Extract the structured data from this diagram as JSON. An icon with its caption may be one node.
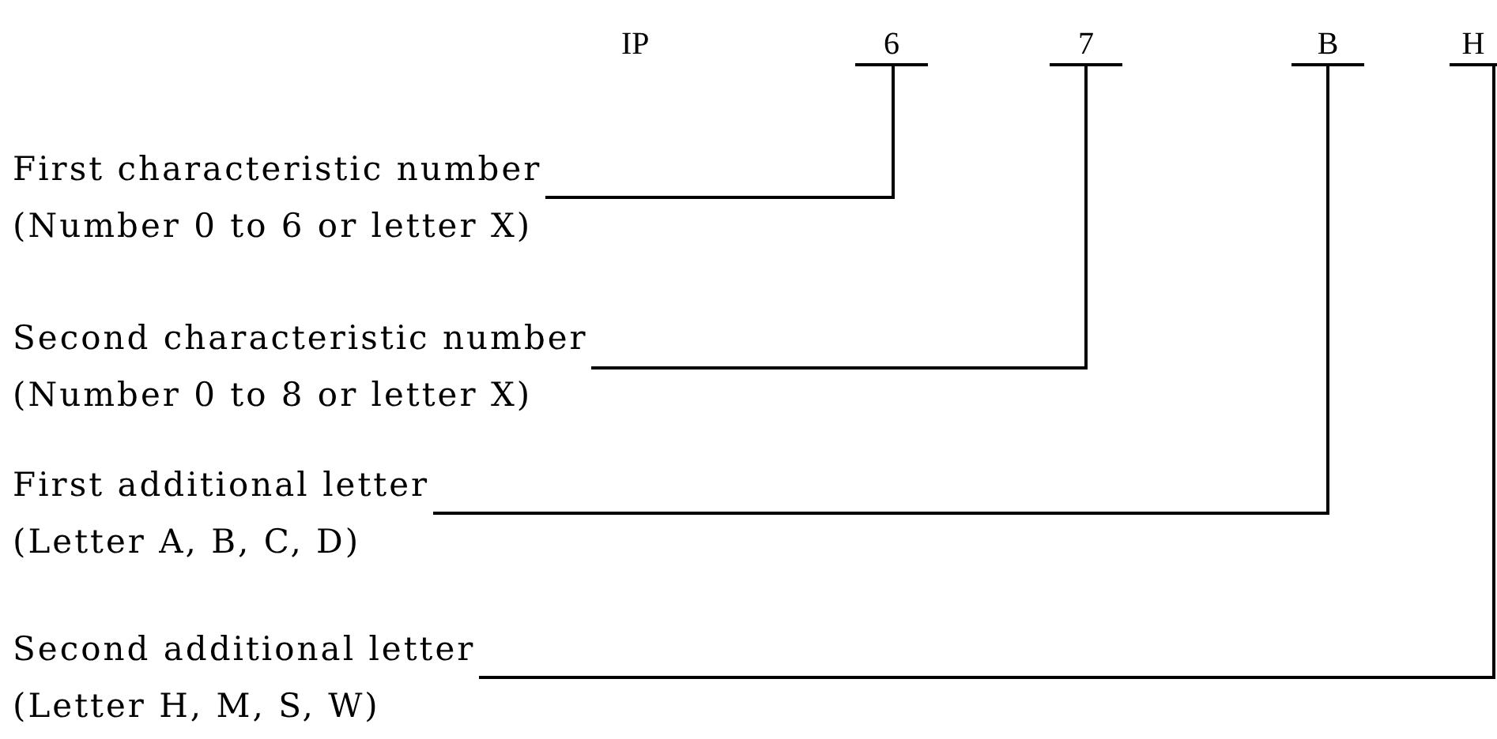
{
  "diagram": {
    "nodes": [
      {
        "text": [
          "6"
        ]
      },
      {
        "text": [
          "7"
        ]
      },
      {
        "text": [
          "B"
        ]
      },
      {
        "text": [
          "H"
        ]
      },
      {
        "text": [
          "First characteristic number",
          "(Number 0 to 6 or letter X)"
        ]
      },
      {
        "text": [
          "Second characteristic number",
          "(Number 0 to 8 or letter X)"
        ]
      },
      {
        "text": [
          "First additional letter",
          "(Letter A, B, C, D)"
        ]
      },
      {
        "text": [
          "Second additional letter",
          "(Letter H, M, S, W)"
        ]
      }
    ],
    "edges": [
      {
        "from": 4,
        "to": 0,
        "arrow": "none"
      },
      {
        "from": 5,
        "to": 1,
        "arrow": "none"
      },
      {
        "from": 6,
        "to": 2,
        "arrow": "none"
      },
      {
        "from": 7,
        "to": 3,
        "arrow": "none"
      }
    ],
    "labels": [
      "IP"
    ]
  }
}
